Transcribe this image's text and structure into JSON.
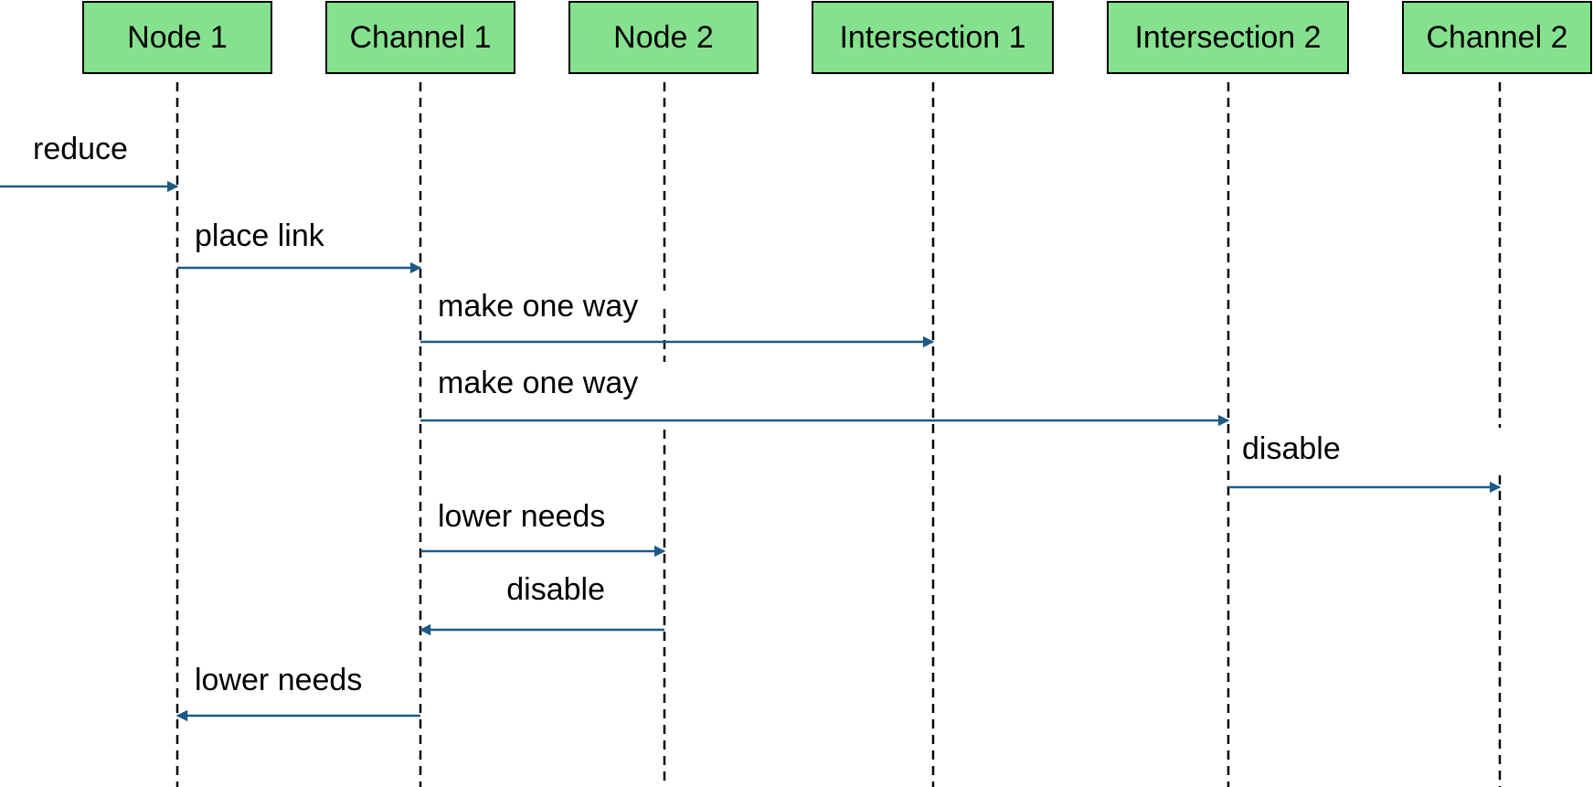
{
  "colors": {
    "participant_fill": "#86e18f",
    "participant_border": "#000000",
    "lifeline": "#000000",
    "message_arrow": "#1d5a86",
    "text": "#000000",
    "background": "#ffffff"
  },
  "participants": [
    {
      "id": "node-1",
      "label": "Node 1"
    },
    {
      "id": "channel-1",
      "label": "Channel 1"
    },
    {
      "id": "node-2",
      "label": "Node 2"
    },
    {
      "id": "intersection-1",
      "label": "Intersection 1"
    },
    {
      "id": "intersection-2",
      "label": "Intersection 2"
    },
    {
      "id": "channel-2",
      "label": "Channel 2"
    }
  ],
  "messages": [
    {
      "id": "reduce",
      "from": null,
      "to": "node-1",
      "label": "reduce"
    },
    {
      "id": "place-link",
      "from": "node-1",
      "to": "channel-1",
      "label": "place link"
    },
    {
      "id": "make-one-way-1",
      "from": "channel-1",
      "to": "intersection-1",
      "label": "make one way"
    },
    {
      "id": "make-one-way-2",
      "from": "channel-1",
      "to": "intersection-2",
      "label": "make one way"
    },
    {
      "id": "disable-channel-2",
      "from": "intersection-2",
      "to": "channel-2",
      "label": "disable"
    },
    {
      "id": "lower-needs-node-2",
      "from": "channel-1",
      "to": "node-2",
      "label": "lower needs"
    },
    {
      "id": "disable-channel-1",
      "from": "node-2",
      "to": "channel-1",
      "label": "disable"
    },
    {
      "id": "lower-needs-node-1",
      "from": "channel-1",
      "to": "node-1",
      "label": "lower needs"
    }
  ]
}
